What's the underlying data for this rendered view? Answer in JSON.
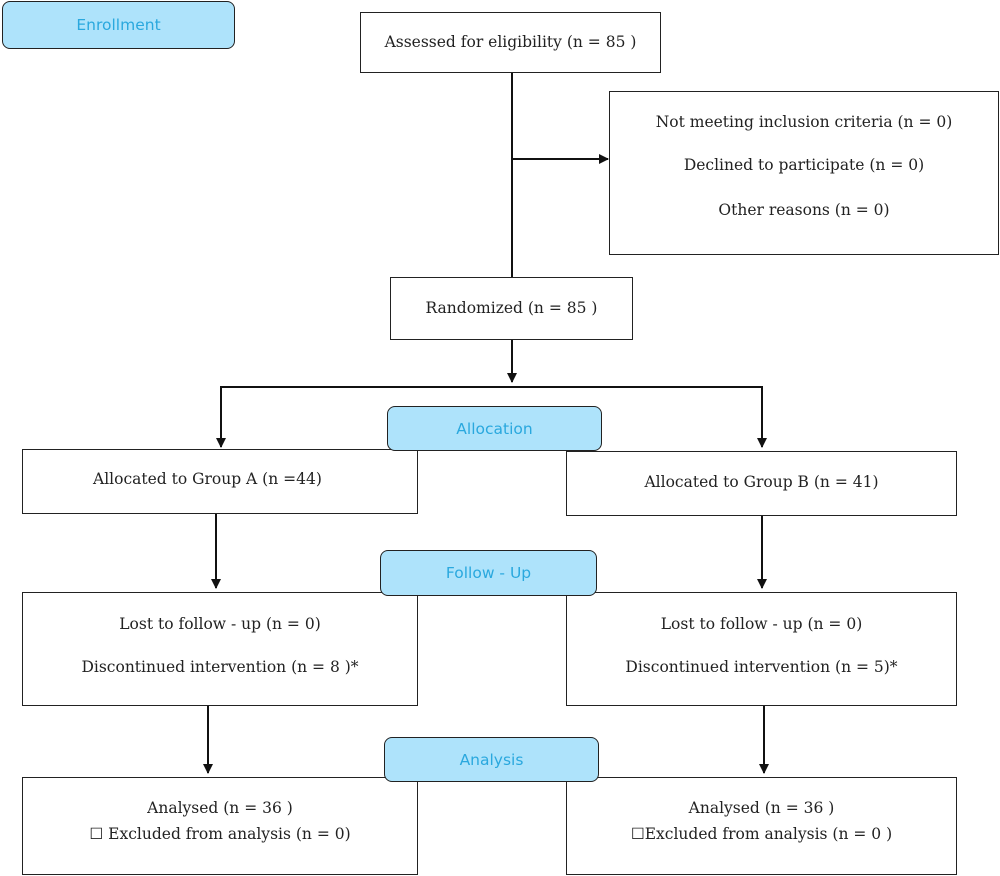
{
  "stages": {
    "enrollment": "Enrollment",
    "allocation": "Allocation",
    "followup": "Follow - Up",
    "analysis": "Analysis"
  },
  "assessed": "Assessed for eligibility (n = 85 )",
  "excluded": {
    "not_meeting": "Not  meeting inclusion criteria (n = 0)",
    "declined": "Declined to participate (n = 0)",
    "other": "Other reasons (n = 0)"
  },
  "randomized": "Randomized (n = 85 )",
  "group_a": {
    "allocated": "Allocated to Group A (n =44)",
    "lost": "Lost to follow - up  (n = 0)",
    "discontinued": "Discontinued intervention  (n =  8 )*",
    "analysed": "Analysed  (n = 36 )",
    "excluded_analysis": "☐ Excluded from analysis  (n = 0)"
  },
  "group_b": {
    "allocated": "Allocated to Group B (n = 41)",
    "lost": "Lost to follow - up  (n = 0)",
    "discontinued": "Discontinued intervention  (n = 5)*",
    "analysed": "Analysed  (n = 36 )",
    "excluded_analysis": "☐Excluded from analysis  (n = 0 )"
  }
}
